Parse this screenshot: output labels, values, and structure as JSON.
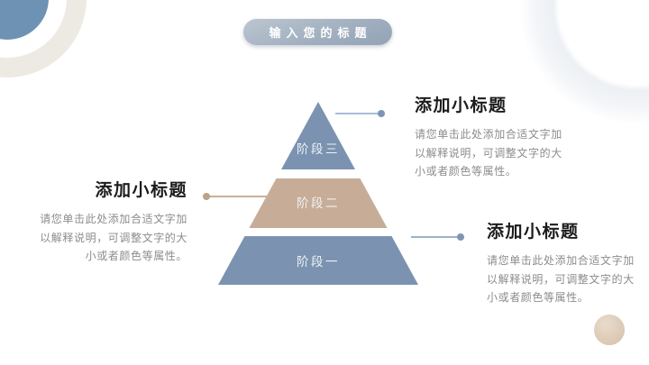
{
  "slide": {
    "title": "输入您的标题"
  },
  "pyramid": {
    "levels": [
      {
        "label": "阶段三",
        "color": "#7b93b1"
      },
      {
        "label": "阶段二",
        "color": "#c7ad98"
      },
      {
        "label": "阶段一",
        "color": "#7b93b1"
      }
    ]
  },
  "callouts": {
    "top_right": {
      "heading": "添加小标题",
      "line1": "请您单击此处添加合适文字加",
      "line2": "以解释说明，可调整文字的大",
      "line3": "小或者颜色等属性。"
    },
    "left": {
      "heading": "添加小标题",
      "line1": "请您单击此处添加合适文字加",
      "line2": "以解释说明，可调整文字的大",
      "line3": "小或者颜色等属性。"
    },
    "bottom_right": {
      "heading": "添加小标题",
      "line1": "请您单击此处添加合适文字加",
      "line2": "以解释说明，可调整文字的大",
      "line3": "小或者颜色等属性。"
    }
  },
  "colors": {
    "accent_blue": "#7b93b1",
    "accent_tan": "#c7ad98",
    "badge_gradient_top": "#bcc6d1",
    "badge_gradient_bottom": "#93a3b5",
    "heading_text": "#1c1c1c",
    "body_text": "#8c8c8c",
    "connector_blue": "#9db1cb",
    "connector_tan": "#c9b099",
    "decor_beige": "#edeae3",
    "decor_blue": "#6e92b4",
    "decor_tan_circle": "#dcc8b6"
  }
}
